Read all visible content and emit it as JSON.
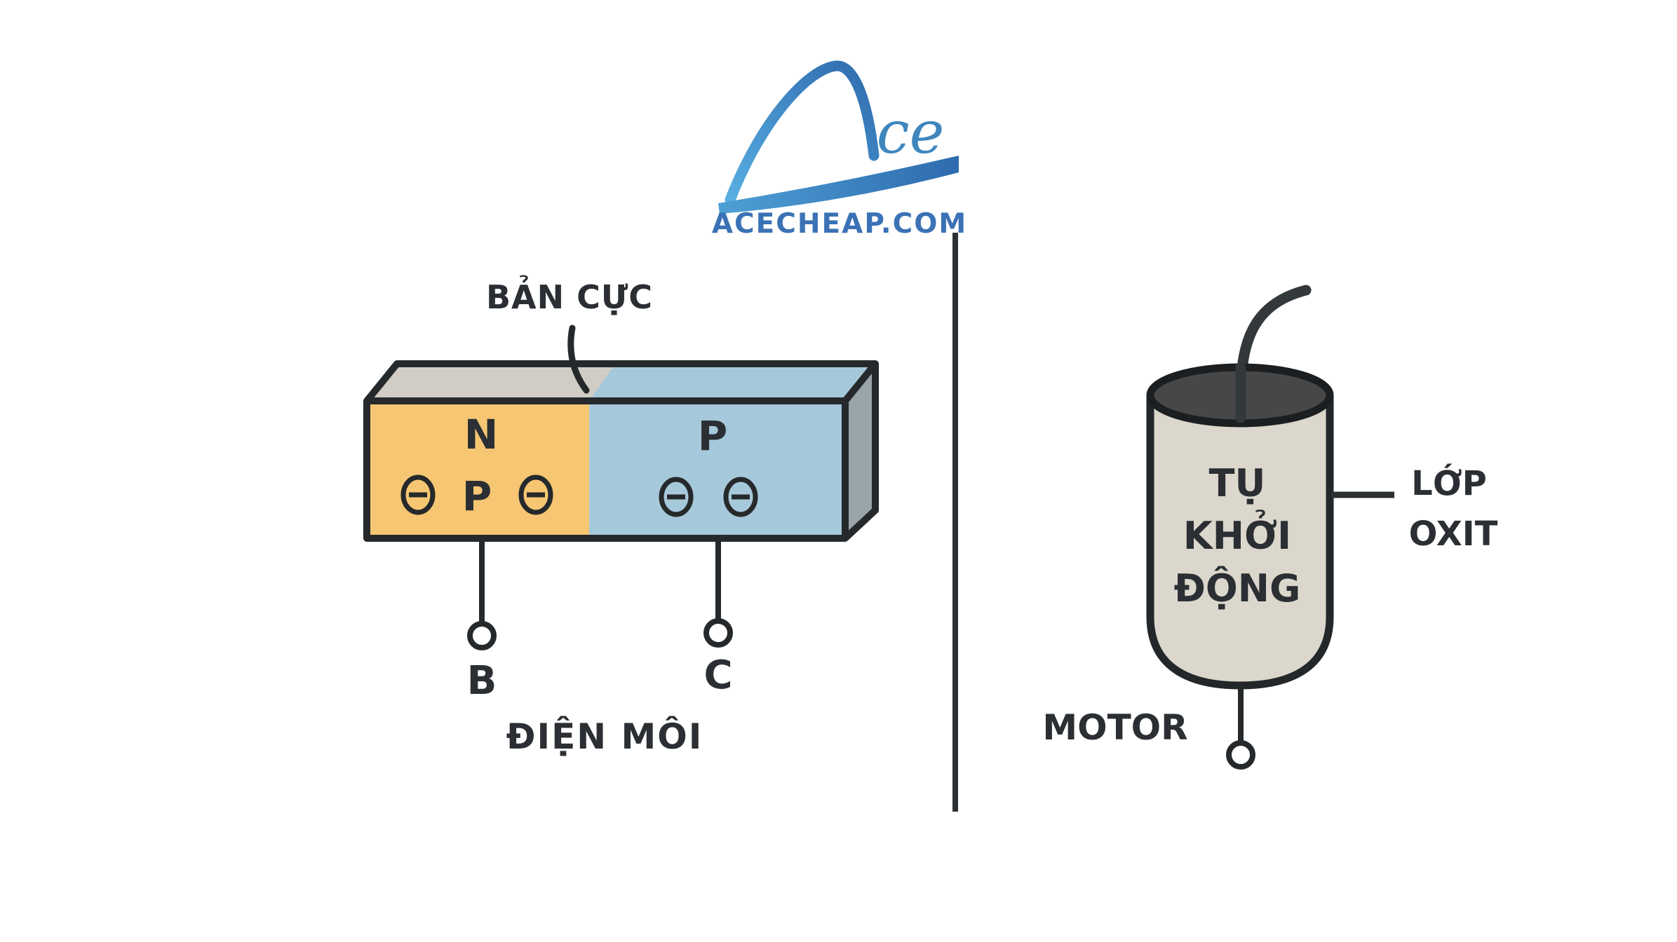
{
  "logo": {
    "monogram_suffix": "ce",
    "site": "ACECHEAP.COM",
    "accent_blue": "#3b72b5",
    "arc_gradient_start": "#58aee2",
    "arc_gradient_end": "#2e6bae"
  },
  "left_diagram": {
    "plate_label": "BẢN CỰC",
    "negative_section_letter": "N",
    "negative_section_sub_letter": "P",
    "positive_section_letter": "P",
    "terminal_b_label": "B",
    "terminal_c_label": "C",
    "dielectric_label": "ĐIỆN MÔI",
    "colors": {
      "negative_face": "#f6c672",
      "positive_face": "#a6c8db",
      "top_face": "#d1cdc4",
      "side_face": "#9aa5ab",
      "outline": "#26292b"
    }
  },
  "right_diagram": {
    "capacitor_label_line1": "TỤ",
    "capacitor_label_line2": "KHỞI",
    "capacitor_label_line3": "ĐỘNG",
    "oxide_label_line1": "LỚP",
    "oxide_label_line2": "OXIT",
    "motor_label": "MOTOR",
    "colors": {
      "body": "#dbd7cd",
      "cap_top": "#474747",
      "outline": "#23272a"
    }
  }
}
